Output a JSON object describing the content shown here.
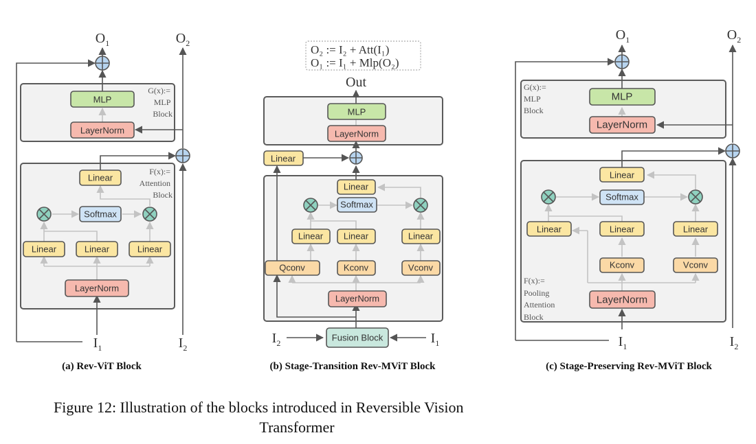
{
  "figure": {
    "caption_line1": "Figure 12: Illustration of the blocks introduced in Reversible Vision",
    "caption_line2": "Transformer"
  },
  "panel_a": {
    "caption": "(a) Rev-ViT Block",
    "outputs": {
      "o1": "O",
      "o1_sub": "1",
      "o2": "O",
      "o2_sub": "2"
    },
    "inputs": {
      "i1": "I",
      "i1_sub": "1",
      "i2": "I",
      "i2_sub": "2"
    },
    "g_label": [
      "G(x):=",
      "MLP",
      "Block"
    ],
    "f_label": [
      "F(x):=",
      "Attention",
      "Block"
    ],
    "mlp": "MLP",
    "g_layernorm": "LayerNorm",
    "out_linear": "Linear",
    "softmax": "Softmax",
    "linears": [
      "Linear",
      "Linear",
      "Linear"
    ],
    "f_layernorm": "LayerNorm"
  },
  "panel_b": {
    "caption": "(b) Stage-Transition Rev-MViT Block",
    "equations": [
      "O₂ := I₂ + Att(I₁)",
      "O₁ := I₁ + Mlp(O₂)"
    ],
    "output": "Out",
    "mlp": "MLP",
    "g_layernorm": "LayerNorm",
    "skip_linear": "Linear",
    "out_linear": "Linear",
    "softmax": "Softmax",
    "linears": [
      "Linear",
      "Linear",
      "Linear"
    ],
    "convs": [
      "Qconv",
      "Kconv",
      "Vconv"
    ],
    "f_layernorm": "LayerNorm",
    "fusion": "Fusion Block",
    "inputs": {
      "i1": "I",
      "i1_sub": "1",
      "i2": "I",
      "i2_sub": "2"
    }
  },
  "panel_c": {
    "caption": "(c) Stage-Preserving Rev-MViT Block",
    "outputs": {
      "o1": "O",
      "o1_sub": "1",
      "o2": "O",
      "o2_sub": "2"
    },
    "inputs": {
      "i1": "I",
      "i1_sub": "1",
      "i2": "I",
      "i2_sub": "2"
    },
    "g_label": [
      "G(x):=",
      "MLP",
      "Block"
    ],
    "f_label": [
      "F(x):=",
      "Pooling",
      "Attention",
      "Block"
    ],
    "mlp": "MLP",
    "g_layernorm": "LayerNorm",
    "out_linear": "Linear",
    "softmax": "Softmax",
    "linears": [
      "Linear",
      "Linear",
      "Linear"
    ],
    "convs": [
      "Kconv",
      "Vconv"
    ],
    "f_layernorm": "LayerNorm"
  }
}
